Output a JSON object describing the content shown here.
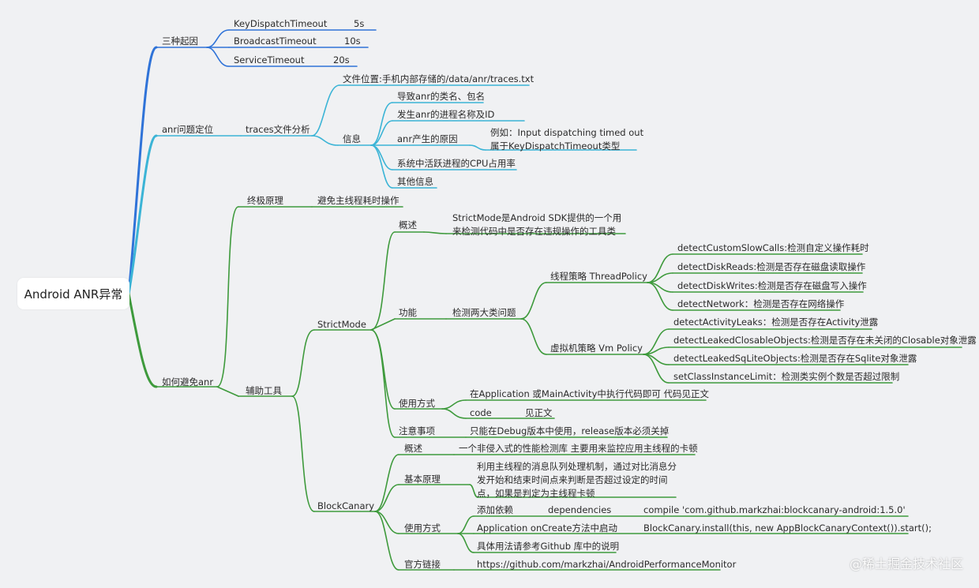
{
  "root": "Android ANR异常",
  "causes": {
    "label": "三种起因",
    "k1": "KeyDispatchTimeout",
    "v1": "5s",
    "k2": "BroadcastTimeout",
    "v2": "10s",
    "k3": "ServiceTimeout",
    "v3": "20s"
  },
  "locate": {
    "label": "anr问题定位",
    "traces": "traces文件分析",
    "file": "文件位置:手机内部存储的/data/anr/traces.txt",
    "info": "信息",
    "i1": "导致anr的类名、包名",
    "i2": "发生anr的进程名称及ID",
    "i3": "anr产生的原因",
    "i3a": "例如：Input dispatching timed out\n属于KeyDispatchTimeout类型",
    "i4": "系统中活跃进程的CPU占用率",
    "i5": "其他信息"
  },
  "avoid": {
    "label": "如何避免anr",
    "ultimate": "终极原理",
    "ultimate_v": "避免主线程耗时操作",
    "tools": "辅助工具"
  },
  "strict": {
    "label": "StrictMode",
    "overview": "概述",
    "overview_v": "StrictMode是Android SDK提供的一个用\n来检测代码中是否存在违规操作的工具类",
    "func": "功能",
    "func_v": "检测两大类问题",
    "thread": "线程策略 ThreadPolicy",
    "t1": "detectCustomSlowCalls:检测自定义操作耗时",
    "t2": "detectDiskReads:检测是否存在磁盘读取操作",
    "t3": "detectDiskWrites:检测是否存在磁盘写入操作",
    "t4": "detectNetwork：检测是否存在网络操作",
    "vm": "虚拟机策略 Vm Policy",
    "m1": "detectActivityLeaks：检测是否存在Activity泄露",
    "m2": "detectLeakedClosableObjects:检测是否存在未关闭的Closable对象泄露",
    "m3": "detectLeakedSqLiteObjects:检测是否存在Sqlite对象泄露",
    "m4": "setClassInstanceLimit：检测类实例个数是否超过限制",
    "usage": "使用方式",
    "u1": "在Application 或MainActivity中执行代码即可 代码见正文",
    "u2a": "code",
    "u2b": "见正文",
    "note": "注意事项",
    "note_v": "只能在Debug版本中使用，release版本必须关掉"
  },
  "block": {
    "label": "BlockCanary",
    "overview": "概述",
    "overview_v": "一个非侵入式的性能检测库 主要用来监控应用主线程的卡顿",
    "principle": "基本原理",
    "principle_v": "利用主线程的消息队列处理机制，通过对比消息分\n发开始和结束时间点来判断是否超过设定的时间\n点，如果是判定为主线程卡顿",
    "usage": "使用方式",
    "dep": "添加依赖",
    "dep2": "dependencies",
    "dep3": "compile 'com.github.markzhai:blockcanary-android:1.5.0'",
    "app": "Application onCreate方法中启动",
    "app2": "BlockCanary.install(this, new AppBlockCanaryContext()).start();",
    "more": "具体用法请参考Github 库中的说明",
    "link": "官方链接",
    "link_v": "https://github.com/markzhai/AndroidPerformanceMonitor"
  },
  "watermark": "@稀土掘金技术社区",
  "colors": {
    "blue": "#2f73d8",
    "cyan": "#3bb4d6",
    "green": "#3e9a3c"
  }
}
